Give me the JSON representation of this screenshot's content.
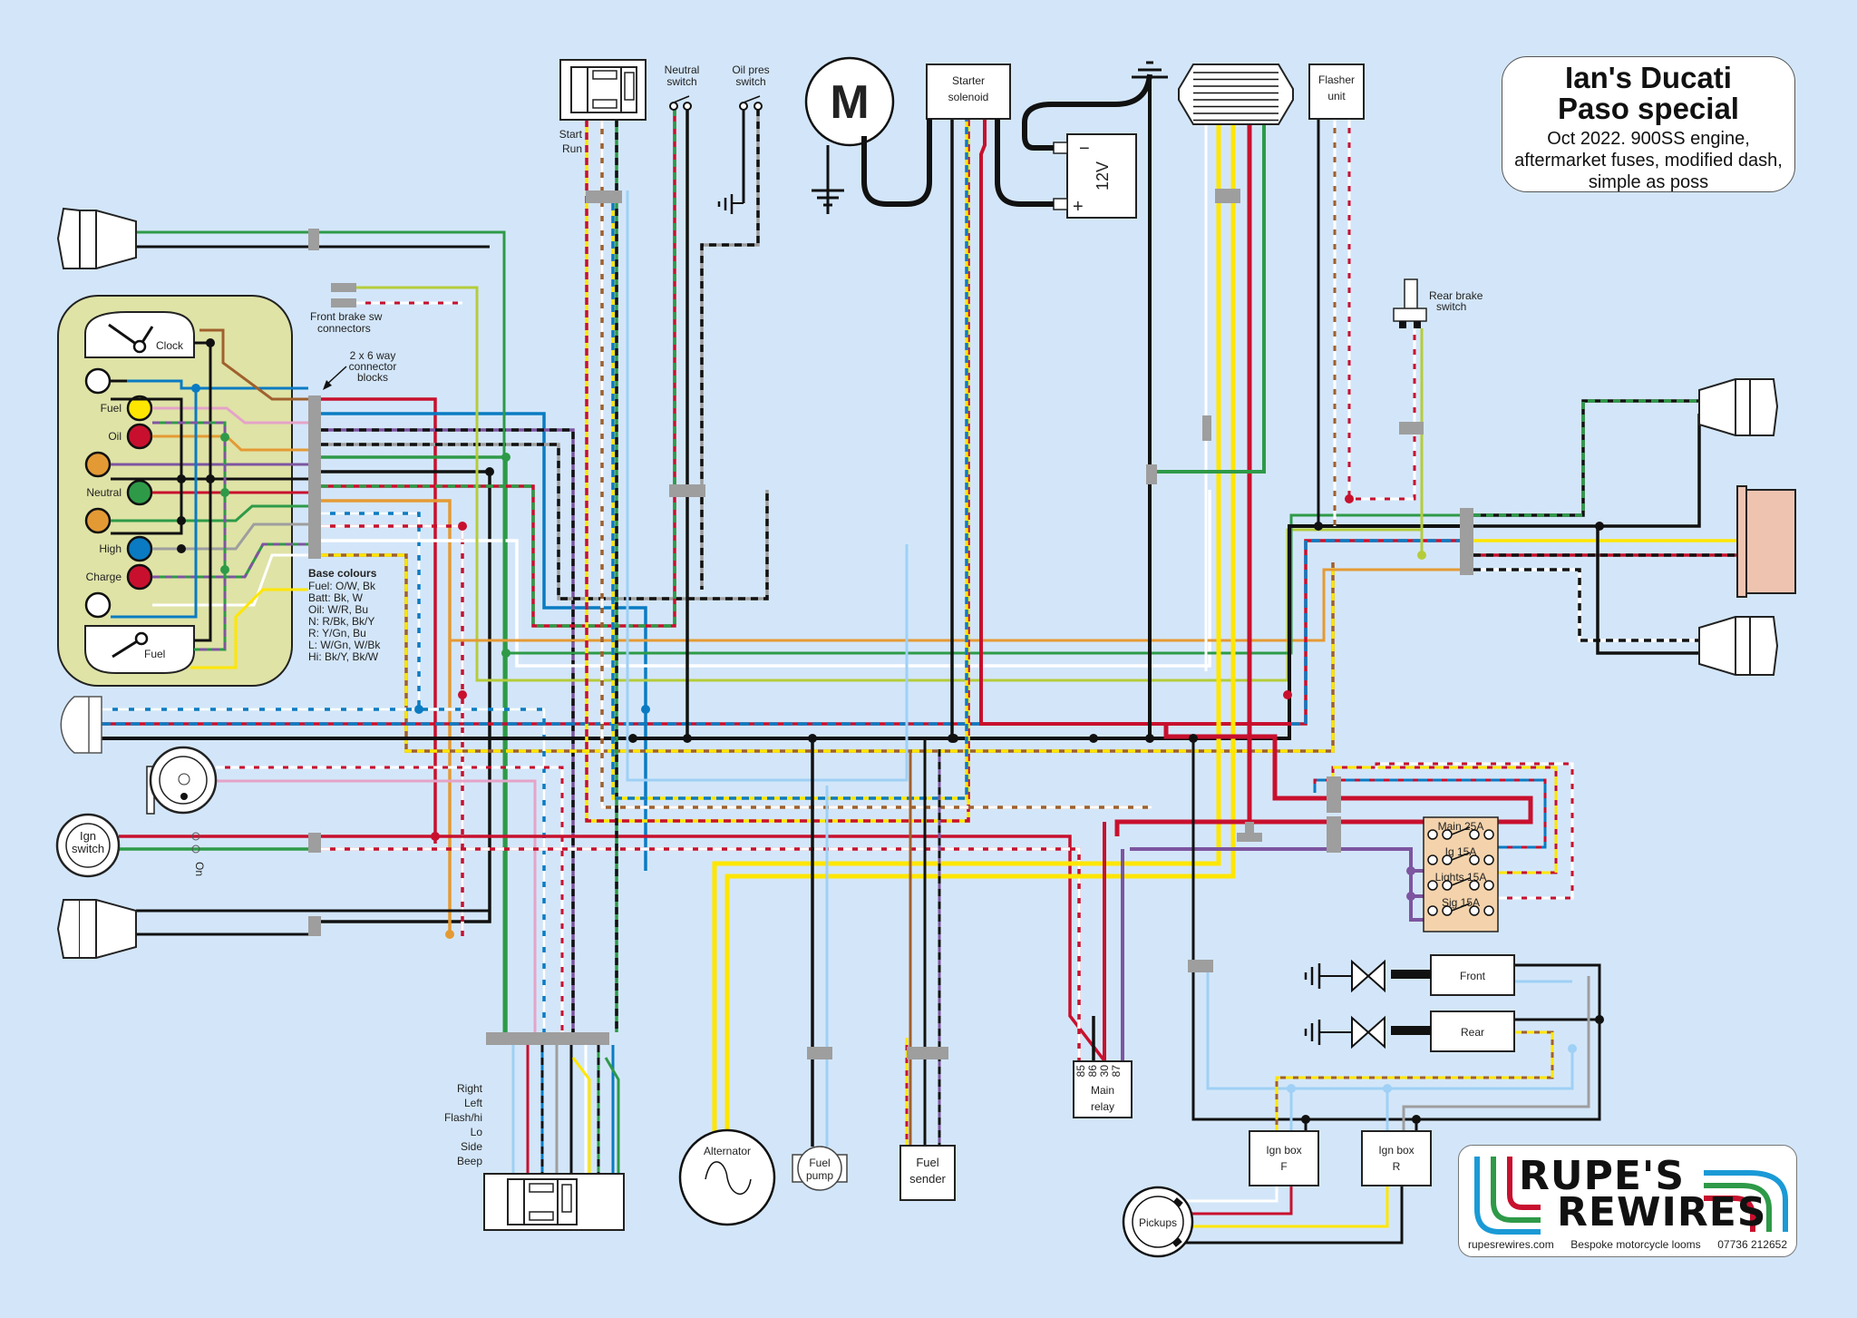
{
  "title": {
    "heading_line1": "Ian's Ducati",
    "heading_line2": "Paso special",
    "sub_line1": "Oct 2022. 900SS engine,",
    "sub_line2": "aftermarket fuses, modified dash,",
    "sub_line3": "simple as poss"
  },
  "dash": {
    "clock_label": "Clock",
    "fuel_gauge_label": "Fuel",
    "lamps": [
      {
        "label": "",
        "color": "#ffffff"
      },
      {
        "label": "Fuel",
        "color": "#ffe600"
      },
      {
        "label": "Oil",
        "color": "#c8102e"
      },
      {
        "label": "",
        "color": "#e49a34"
      },
      {
        "label": "Neutral",
        "color": "#2e9a48"
      },
      {
        "label": "",
        "color": "#e49a34"
      },
      {
        "label": "High",
        "color": "#0a7bc2"
      },
      {
        "label": "Charge",
        "color": "#c8102e"
      },
      {
        "label": "",
        "color": "#ffffff"
      }
    ]
  },
  "annotations": {
    "front_brake_line1": "Front brake sw",
    "front_brake_line2": "connectors",
    "connector_blocks_line1": "2 x 6 way",
    "connector_blocks_line2": "connector",
    "connector_blocks_line3": "blocks",
    "base_colours_title": "Base colours",
    "base_colours": [
      "Fuel: O/W, Bk",
      "Batt: Bk, W",
      "Oil: W/R, Bu",
      "N: R/Bk, Bk/Y",
      "R: Y/Gn, Bu",
      "L: W/Gn, W/Bk",
      "Hi: Bk/Y, Bk/W"
    ]
  },
  "components": {
    "kill_switch_labels": [
      "Start",
      "Run"
    ],
    "neutral_switch_line1": "Neutral",
    "neutral_switch_line2": "switch",
    "oil_switch_line1": "Oil pres",
    "oil_switch_line2": "switch",
    "motor_label": "M",
    "starter_solenoid_line1": "Starter",
    "starter_solenoid_line2": "solenoid",
    "battery_label": "12V",
    "battery_minus": "−",
    "battery_plus": "+",
    "flasher_line1": "Flasher",
    "flasher_line2": "unit",
    "rear_brake_line1": "Rear brake",
    "rear_brake_line2": "switch",
    "ign_switch_line1": "Ign",
    "ign_switch_line2": "switch",
    "ign_on_label": "On",
    "left_switch_labels": [
      "Right",
      "Left",
      "Flash/hi",
      "Lo",
      "Side",
      "Beep"
    ],
    "alternator_label": "Alternator",
    "fuel_pump_line1": "Fuel",
    "fuel_pump_line2": "pump",
    "fuel_sender_line1": "Fuel",
    "fuel_sender_line2": "sender",
    "main_relay_pins": [
      "85",
      "86",
      "30",
      "87"
    ],
    "main_relay_line1": "Main",
    "main_relay_line2": "relay",
    "fuses": [
      "Main 25A",
      "Ig 15A",
      "Lights 15A",
      "Sig 15A"
    ],
    "coil_front": "Front",
    "coil_rear": "Rear",
    "ign_box_f_line1": "Ign box",
    "ign_box_f_line2": "F",
    "ign_box_r_line1": "Ign box",
    "ign_box_r_line2": "R",
    "pickups_label": "Pickups"
  },
  "logo": {
    "name_line1": "RUPE'S",
    "name_line2": "REWIRES",
    "website": "rupesrewires.com",
    "tagline": "Bespoke motorcycle looms",
    "phone": "07736 212652"
  },
  "wire_colors": {
    "black": "#111111",
    "red": "#c8102e",
    "green": "#2e9a48",
    "blue": "#0a7bc2",
    "light_blue": "#9fd0f5",
    "yellow": "#ffe600",
    "orange": "#e49a34",
    "brown": "#a0602c",
    "purple": "#7d55a0",
    "pink": "#e5a3c8",
    "grey": "#9e9e9e",
    "lime": "#b5cc3a",
    "white": "#ffffff"
  }
}
